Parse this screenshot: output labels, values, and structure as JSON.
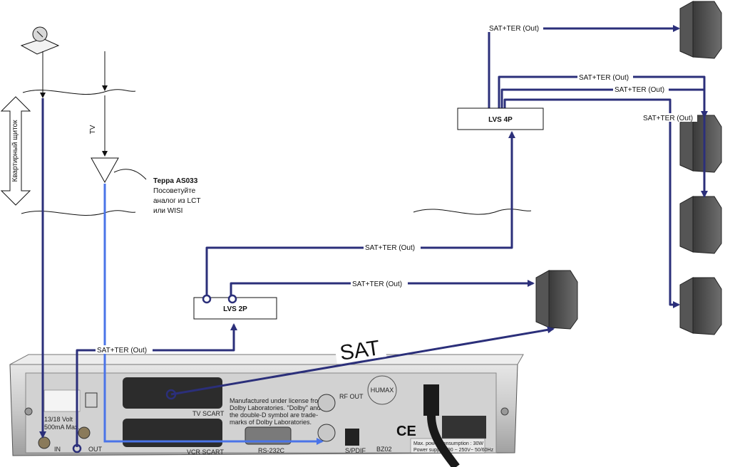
{
  "labels": {
    "sat_ter_out": "SAT+TER (Out)",
    "lvs4p": "LVS 4P",
    "lvs2p": "LVS 2P",
    "sat": "SAT",
    "tv": "TV",
    "panel": "Квартирный щиток",
    "amp_title": "Терра AS033",
    "amp_note_1": "Посоветуйте",
    "amp_note_2": "аналог из LCT",
    "amp_note_3": "или WISI"
  },
  "receiver": {
    "brand": "HUMAX",
    "tv_scart": "TV SCART",
    "vcr_scart": "VCR SCART",
    "rf_out": "RF OUT",
    "rs232": "RS-232C",
    "spdif": "S/PDIF",
    "lnb_in": "IN",
    "lnb_out": "OUT",
    "license_1": "Manufactured under license from",
    "license_2": "Dolby Laboratories. \"Dolby\" and",
    "license_3": "the double-D symbol are trade-",
    "license_4": "marks of Dolby Laboratories.",
    "power_1": "Max. power consumption : 30W",
    "power_2": "Power supply : 90 ~ 250V~ 50/60Hz",
    "model": "BZ02",
    "volt_1": "13/18 Volt",
    "volt_2": "500mA Max."
  },
  "colors": {
    "wire_dark": "#2b2f7a",
    "wire_light": "#4a74e8"
  }
}
